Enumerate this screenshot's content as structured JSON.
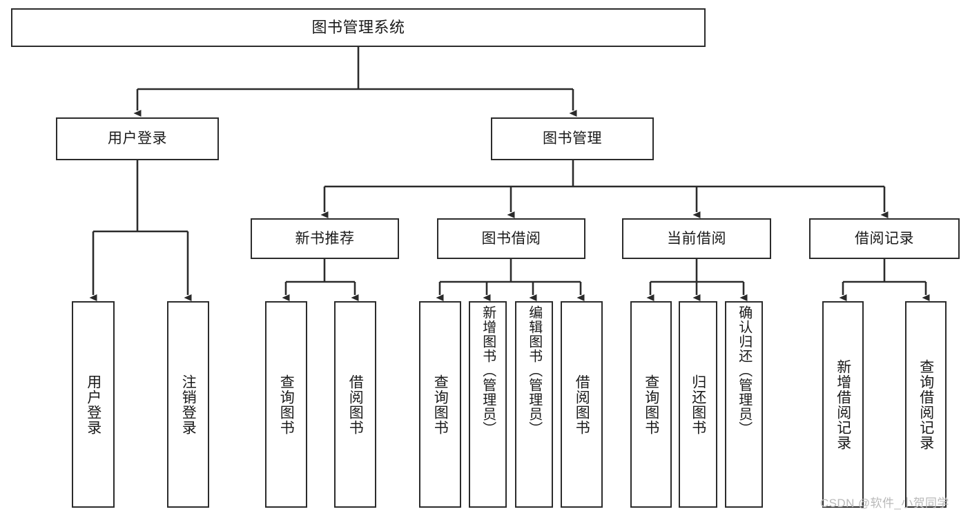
{
  "diagram": {
    "title": "图书管理系统",
    "type": "tree-hierarchy",
    "watermark": "CSDN @软件_小贺同学",
    "colors": {
      "stroke": "#2b2b2b",
      "fill": "#ffffff",
      "text": "#1a1a1a",
      "watermark": "#b9b9b9"
    },
    "nodes": {
      "root": {
        "label": "图书管理系统",
        "level": 1,
        "orientation": "horizontal"
      },
      "user_login": {
        "label": "用户登录",
        "level": 2,
        "orientation": "horizontal"
      },
      "book_manage": {
        "label": "图书管理",
        "level": 2,
        "orientation": "horizontal"
      },
      "new_book_rec": {
        "label": "新书推荐",
        "level": 3,
        "orientation": "horizontal"
      },
      "book_borrow": {
        "label": "图书借阅",
        "level": 3,
        "orientation": "horizontal"
      },
      "current_borrow": {
        "label": "当前借阅",
        "level": 3,
        "orientation": "horizontal"
      },
      "borrow_record": {
        "label": "借阅记录",
        "level": 3,
        "orientation": "horizontal"
      },
      "leaf_user_login": {
        "label": "用户登录",
        "level": 4,
        "orientation": "vertical"
      },
      "leaf_logout": {
        "label": "注销登录",
        "level": 4,
        "orientation": "vertical"
      },
      "leaf_query_book_1": {
        "label": "查询图书",
        "level": 4,
        "orientation": "vertical"
      },
      "leaf_borrow_book_1": {
        "label": "借阅图书",
        "level": 4,
        "orientation": "vertical"
      },
      "leaf_query_book_2": {
        "label": "查询图书",
        "level": 4,
        "orientation": "vertical"
      },
      "leaf_add_book": {
        "label": "新增图书（管理员）",
        "level": 4,
        "orientation": "vertical"
      },
      "leaf_edit_book": {
        "label": "编辑图书（管理员）",
        "level": 4,
        "orientation": "vertical"
      },
      "leaf_borrow_book_2": {
        "label": "借阅图书",
        "level": 4,
        "orientation": "vertical"
      },
      "leaf_query_book_3": {
        "label": "查询图书",
        "level": 4,
        "orientation": "vertical"
      },
      "leaf_return_book": {
        "label": "归还图书",
        "level": 4,
        "orientation": "vertical"
      },
      "leaf_confirm_return": {
        "label": "确认归还（管理员）",
        "level": 4,
        "orientation": "vertical"
      },
      "leaf_add_record": {
        "label": "新增借阅记录",
        "level": 4,
        "orientation": "vertical"
      },
      "leaf_query_record": {
        "label": "查询借阅记录",
        "level": 4,
        "orientation": "vertical"
      }
    },
    "edges": [
      {
        "from": "root",
        "to": "user_login"
      },
      {
        "from": "root",
        "to": "book_manage"
      },
      {
        "from": "user_login",
        "to": "leaf_user_login"
      },
      {
        "from": "user_login",
        "to": "leaf_logout"
      },
      {
        "from": "book_manage",
        "to": "new_book_rec"
      },
      {
        "from": "book_manage",
        "to": "book_borrow"
      },
      {
        "from": "book_manage",
        "to": "current_borrow"
      },
      {
        "from": "book_manage",
        "to": "borrow_record"
      },
      {
        "from": "new_book_rec",
        "to": "leaf_query_book_1"
      },
      {
        "from": "new_book_rec",
        "to": "leaf_borrow_book_1"
      },
      {
        "from": "book_borrow",
        "to": "leaf_query_book_2"
      },
      {
        "from": "book_borrow",
        "to": "leaf_add_book"
      },
      {
        "from": "book_borrow",
        "to": "leaf_edit_book"
      },
      {
        "from": "book_borrow",
        "to": "leaf_borrow_book_2"
      },
      {
        "from": "current_borrow",
        "to": "leaf_query_book_3"
      },
      {
        "from": "current_borrow",
        "to": "leaf_return_book"
      },
      {
        "from": "current_borrow",
        "to": "leaf_confirm_return"
      },
      {
        "from": "borrow_record",
        "to": "leaf_add_record"
      },
      {
        "from": "borrow_record",
        "to": "leaf_query_record"
      }
    ]
  }
}
